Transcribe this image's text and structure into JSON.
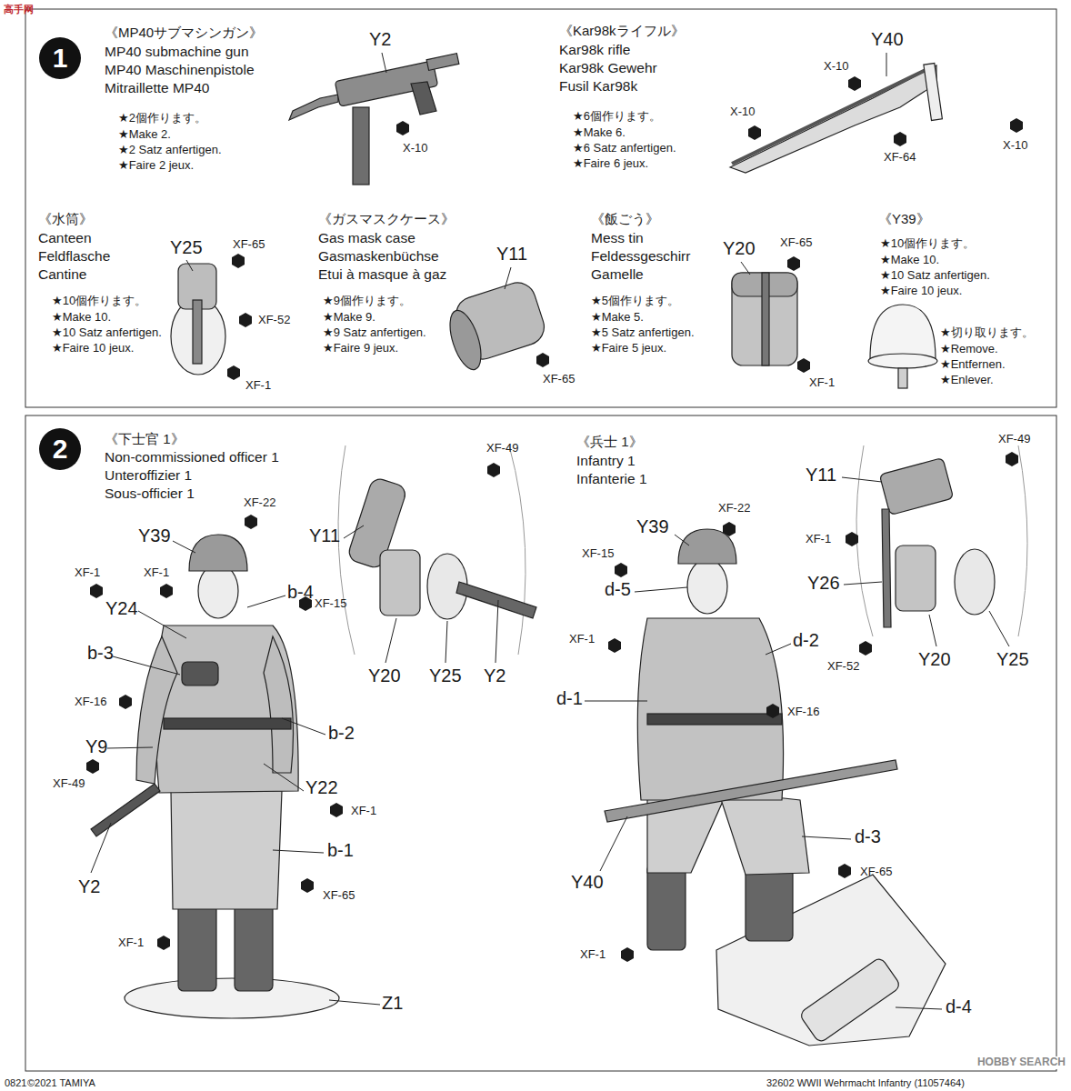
{
  "diagram": {
    "nodes": [
      {
        "text": [
          "1"
        ]
      },
      {
        "text": [
          "2"
        ]
      }
    ],
    "labels": [
      "高手网",
      "《MP40サブマシンガン》",
      "MP40 submachine gun",
      "MP40 Maschinenpistole",
      "Mitraillette MP40",
      "★2個作ります。",
      "★Make 2.",
      "★2 Satz anfertigen.",
      "★Faire 2 jeux.",
      "Y2",
      "X-10",
      "《Kar98kライフル》",
      "Kar98k rifle",
      "Kar98k Gewehr",
      "Fusil Kar98k",
      "★6個作ります。",
      "★Make 6.",
      "★6 Satz anfertigen.",
      "★Faire 6 jeux.",
      "Y40",
      "X-10",
      "X-10",
      "XF-64",
      "X-10",
      "《水筒》",
      "Canteen",
      "Feldflasche",
      "Cantine",
      "★10個作ります。",
      "★Make 10.",
      "★10 Satz anfertigen.",
      "★Faire 10 jeux.",
      "Y25",
      "XF-65",
      "XF-52",
      "XF-1",
      "《ガスマスクケース》",
      "Gas mask case",
      "Gasmaskenbüchse",
      "Etui à masque à gaz",
      "★9個作ります。",
      "★Make 9.",
      "★9 Satz anfertigen.",
      "★Faire 9 jeux.",
      "Y11",
      "XF-65",
      "《飯ごう》",
      "Mess tin",
      "Feldessgeschirr",
      "Gamelle",
      "★5個作ります。",
      "★Make 5.",
      "★5 Satz anfertigen.",
      "★Faire 5 jeux.",
      "Y20",
      "XF-65",
      "XF-1",
      "《Y39》",
      "★10個作ります。",
      "★Make 10.",
      "★10 Satz anfertigen.",
      "★Faire 10 jeux.",
      "★切り取ります。",
      "★Remove.",
      "★Entfernen.",
      "★Enlever.",
      "《下士官 1》",
      "Non-commissioned officer 1",
      "Unteroffizier 1",
      "Sous-officier 1",
      "XF-22",
      "Y39",
      "XF-1",
      "XF-1",
      "b-4",
      "Y24",
      "XF-15",
      "b-3",
      "XF-16",
      "b-2",
      "Y9",
      "XF-49",
      "Y22",
      "XF-1",
      "b-1",
      "Y2",
      "XF-65",
      "XF-1",
      "Z1",
      "XF-49",
      "Y11",
      "Y20",
      "Y25",
      "Y2",
      "《兵士 1》",
      "Infantry 1",
      "Infanterie 1",
      "XF-22",
      "Y39",
      "XF-15",
      "d-5",
      "XF-1",
      "d-2",
      "d-1",
      "XF-16",
      "d-3",
      "Y40",
      "XF-65",
      "XF-1",
      "d-4",
      "XF-49",
      "Y11",
      "XF-1",
      "Y26",
      "XF-52",
      "Y20",
      "Y25",
      "0821",
      "©2021 TAMIYA",
      "HOBBY SEARCH",
      "32602 WWII Wehrmacht Infantry (11057464)"
    ]
  }
}
